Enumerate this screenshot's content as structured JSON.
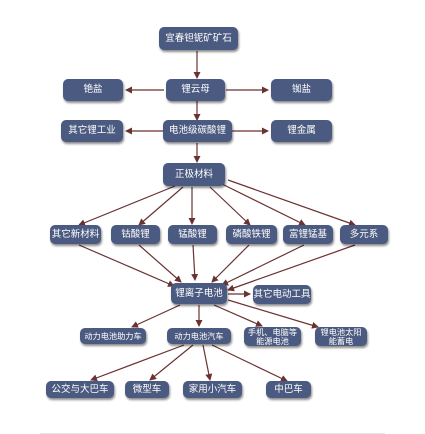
{
  "colors": {
    "node_fill": "#4b5a80",
    "node_text": "#ffffff",
    "line": "#6b3232"
  },
  "nodes": {
    "spodumene_ore": "宜春钽铌矿矿石",
    "lepidolite": "锂云母",
    "reagent_salt": "铯盐",
    "rubidium_salt": "铷盐",
    "other_lithium_industry": "其它锂工业",
    "battery_lithium_carbonate": "电池级碳酸锂",
    "lithium_metal": "锂金属",
    "cathode_material": "正极材料",
    "other_new_material": "其它新材料",
    "lithium_cobalt_oxide": "钴酸锂",
    "lithium_manganate": "锰酸锂",
    "lithium_iron_phosphate": "磷酸铁锂",
    "lithium_manganese_rich": "富锂锰基",
    "ternary": "多元系",
    "lithium_ion_battery": "锂离子电池",
    "other_power_tools": "其它电动工具",
    "ev_assist_vehicle": "动力电池助力车",
    "ev_car": "动力电池汽车",
    "phone_pc_storage": "手机、电脑等能源电池",
    "lithium_solar_storage": "锂电池太阳能蓄电",
    "bus_coach": "公交与大巴车",
    "micro_car": "微型车",
    "family_car": "家用小汽车",
    "minibus": "中巴车"
  }
}
